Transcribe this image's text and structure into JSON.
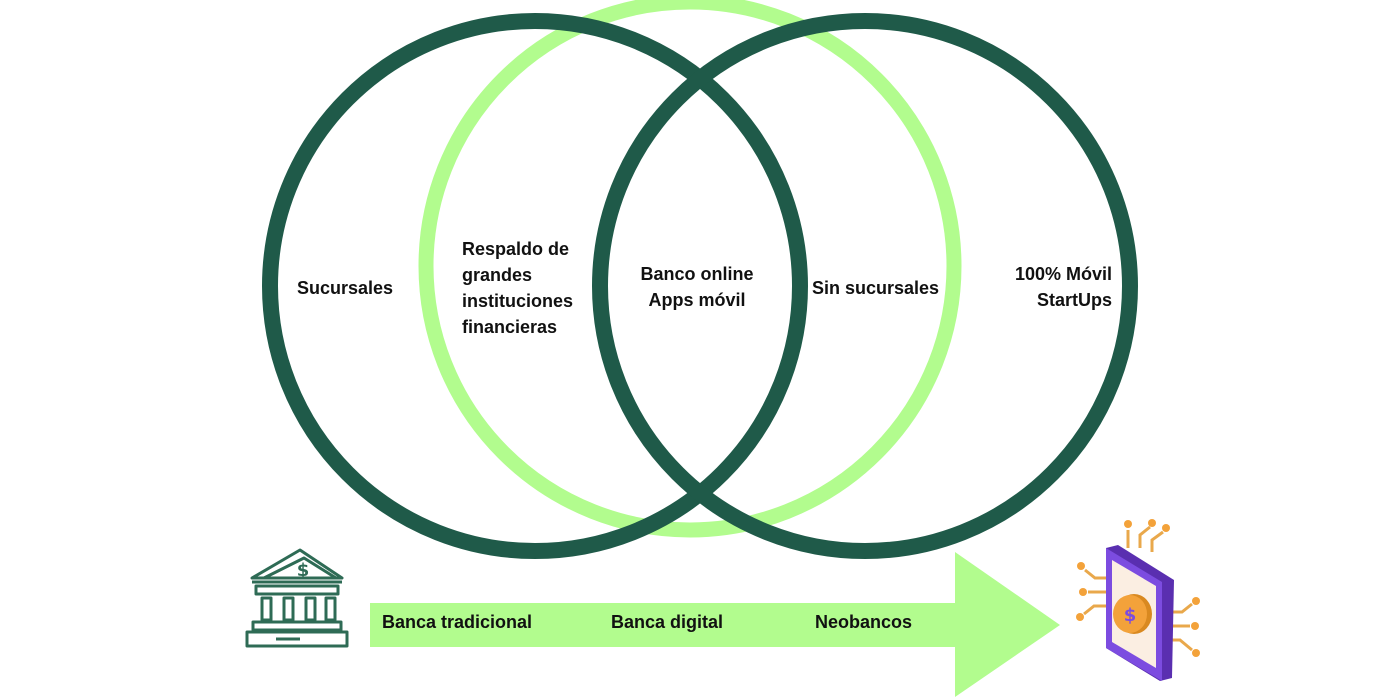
{
  "colors": {
    "dark_green": "#1f5a49",
    "light_green": "#b2fc8e",
    "bank_icon": "#2e6b55",
    "phone_purple": "#7c4ce0",
    "phone_screen": "#fbeee2",
    "coin_orange": "#f3a23a",
    "circuit_orange": "#e9a84b"
  },
  "venn": {
    "left_label": "Sucursales",
    "left_middle_label": [
      "Respaldo de",
      "grandes",
      "instituciones",
      "financieras"
    ],
    "center_label": [
      "Banco online",
      "Apps móvil"
    ],
    "right_middle_label": "Sin sucursales",
    "right_label": [
      "100% Móvil",
      "StartUps"
    ]
  },
  "arrow": {
    "stage_1": "Banca tradicional",
    "stage_2": "Banca digital",
    "stage_3": "Neobancos"
  },
  "icons": {
    "left": "bank-building-icon",
    "right": "mobile-phone-coin-icon"
  }
}
